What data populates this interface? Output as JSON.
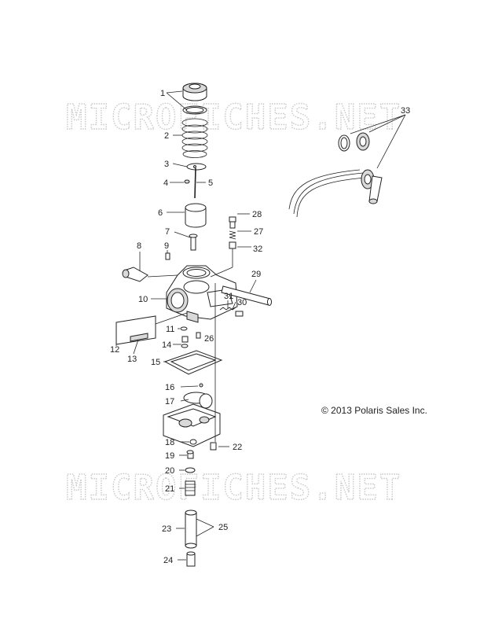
{
  "watermark_text": "MICROFICHES.NET",
  "copyright": "© 2013 Polaris Sales Inc.",
  "callouts": [
    {
      "id": "1",
      "label": "1"
    },
    {
      "id": "2",
      "label": "2"
    },
    {
      "id": "3",
      "label": "3"
    },
    {
      "id": "4",
      "label": "4"
    },
    {
      "id": "5",
      "label": "5"
    },
    {
      "id": "6",
      "label": "6"
    },
    {
      "id": "7",
      "label": "7"
    },
    {
      "id": "8",
      "label": "8"
    },
    {
      "id": "9",
      "label": "9"
    },
    {
      "id": "10",
      "label": "10"
    },
    {
      "id": "11",
      "label": "11"
    },
    {
      "id": "12",
      "label": "12"
    },
    {
      "id": "13",
      "label": "13"
    },
    {
      "id": "14",
      "label": "14"
    },
    {
      "id": "15",
      "label": "15"
    },
    {
      "id": "16",
      "label": "16"
    },
    {
      "id": "17",
      "label": "17"
    },
    {
      "id": "18",
      "label": "18"
    },
    {
      "id": "19",
      "label": "19"
    },
    {
      "id": "20",
      "label": "20"
    },
    {
      "id": "21",
      "label": "21"
    },
    {
      "id": "22",
      "label": "22"
    },
    {
      "id": "23",
      "label": "23"
    },
    {
      "id": "24",
      "label": "24"
    },
    {
      "id": "25",
      "label": "25"
    },
    {
      "id": "26",
      "label": "26"
    },
    {
      "id": "27",
      "label": "27"
    },
    {
      "id": "28",
      "label": "28"
    },
    {
      "id": "29",
      "label": "29"
    },
    {
      "id": "30",
      "label": "30"
    },
    {
      "id": "31",
      "label": "31"
    },
    {
      "id": "32",
      "label": "32"
    },
    {
      "id": "33",
      "label": "33"
    }
  ]
}
